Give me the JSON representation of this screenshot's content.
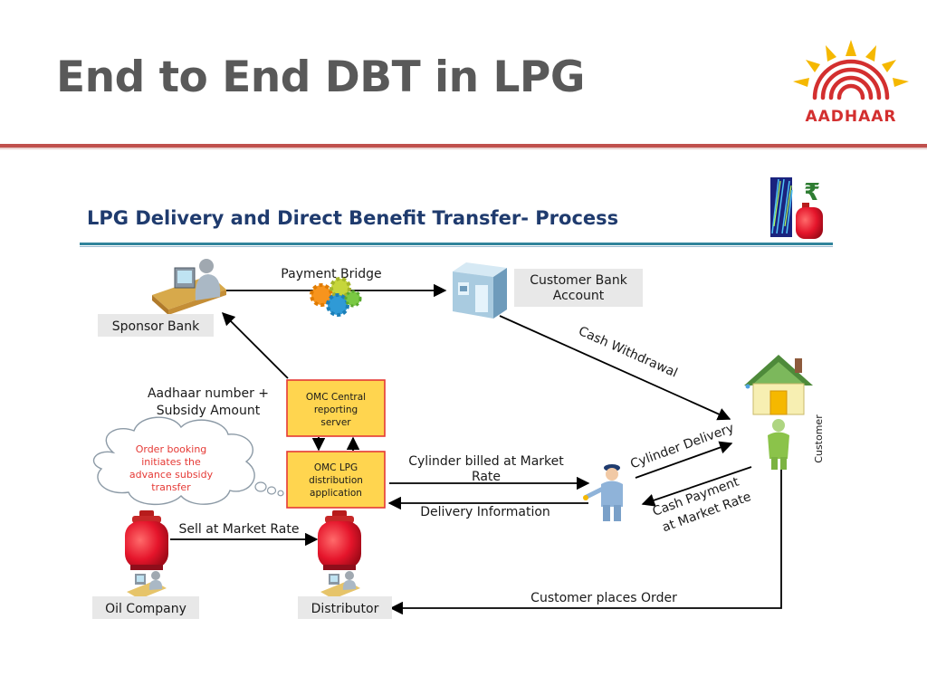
{
  "slide": {
    "title": "End to End DBT in LPG",
    "logo_text": "AADHAAR"
  },
  "diagram": {
    "heading": "LPG Delivery and Direct Benefit Transfer- Process",
    "nodes": {
      "sponsor_bank": "Sponsor Bank",
      "customer_bank_line1": "Customer Bank",
      "customer_bank_line2": "Account",
      "omc_central_line1": "OMC Central",
      "omc_central_line2": "reporting",
      "omc_central_line3": "server",
      "omc_lpg_line1": "OMC LPG",
      "omc_lpg_line2": "distribution",
      "omc_lpg_line3": "application",
      "oil_company": "Oil Company",
      "distributor": "Distributor",
      "customer": "Customer"
    },
    "cloud": {
      "line1": "Order booking",
      "line2": "initiates the",
      "line3": "advance subsidy",
      "line4": "transfer"
    },
    "edges": {
      "payment_bridge": "Payment  Bridge",
      "cash_withdrawal": "Cash Withdrawal",
      "aadhaar_line1": "Aadhaar number  +",
      "aadhaar_line2": "Subsidy Amount",
      "cylinder_billed_line1": "Cylinder billed at Market",
      "cylinder_billed_line2": "Rate",
      "delivery_information": "Delivery Information",
      "cylinder_delivery": "Cylinder Delivery",
      "cash_payment_line1": "Cash Payment",
      "cash_payment_line2": "at Market Rate",
      "sell_at_market_rate": "Sell at Market Rate",
      "customer_places_order": "Customer places Order"
    },
    "colors": {
      "omc_box_fill": "#ffd54f",
      "omc_box_border": "#e53935",
      "cloud_text": "#e53935",
      "label_box": "#e8e8e8",
      "cylinder": "#e5152b",
      "accent_rule": "#c0504d",
      "heading_color": "#1f3b6e"
    }
  }
}
